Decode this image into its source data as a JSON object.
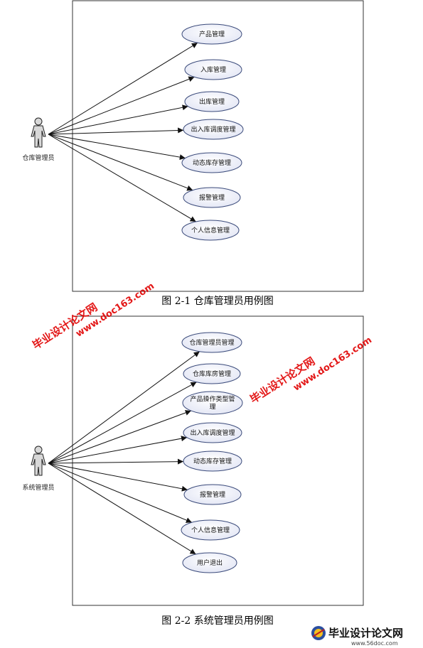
{
  "diagrams": [
    {
      "actor": "仓库管理员",
      "use_cases": [
        "产品管理",
        "入库管理",
        "出库管理",
        "出入库调度管理",
        "动态库存管理",
        "报警管理",
        "个人信息管理"
      ],
      "caption": "图 2-1 仓库管理员用例图"
    },
    {
      "actor": "系统管理员",
      "use_cases": [
        "仓库管理员管理",
        "仓库库房管理",
        "产品操作类型管\n理",
        "出入库调度管理",
        "动态库存管理",
        "报警管理",
        "个人信息管理",
        "用户退出"
      ],
      "caption": "图 2-2 系统管理员用例图"
    }
  ],
  "watermarks": [
    {
      "line1": "毕业设计论文网",
      "line2": "www.doc163.com"
    },
    {
      "line1": "毕业设计论文网",
      "line2": "www.doc163.com"
    }
  ],
  "logo": {
    "text": "毕业设计论文网",
    "url": "www.56doc.com"
  },
  "colors": {
    "watermark": "#e00000",
    "ellipse_fill": "#eef0fa",
    "ellipse_stroke": "#3a4a7a"
  }
}
